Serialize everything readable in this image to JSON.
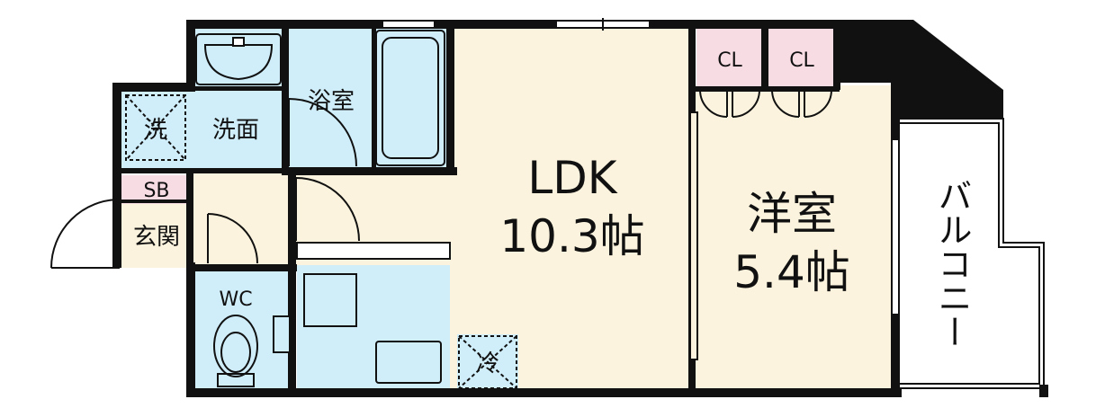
{
  "rooms": {
    "ldk_name": "LDK",
    "ldk_size": "10.3帖",
    "western_name": "洋室",
    "western_size": "5.4帖",
    "bath": "浴室",
    "washroom": "洗面",
    "washer": "洗",
    "shoe_box": "SB",
    "entrance": "玄関",
    "toilet": "WC",
    "fridge": "冷",
    "closet_1": "CL",
    "closet_2": "CL",
    "balcony": "バルコニー"
  },
  "colors": {
    "wall": "#111111",
    "wet_area": "#cfeefa",
    "living": "#fbf3dd",
    "closet": "#f8dce4",
    "entrance": "#fbf3dd",
    "balcony": "#ffffff"
  }
}
